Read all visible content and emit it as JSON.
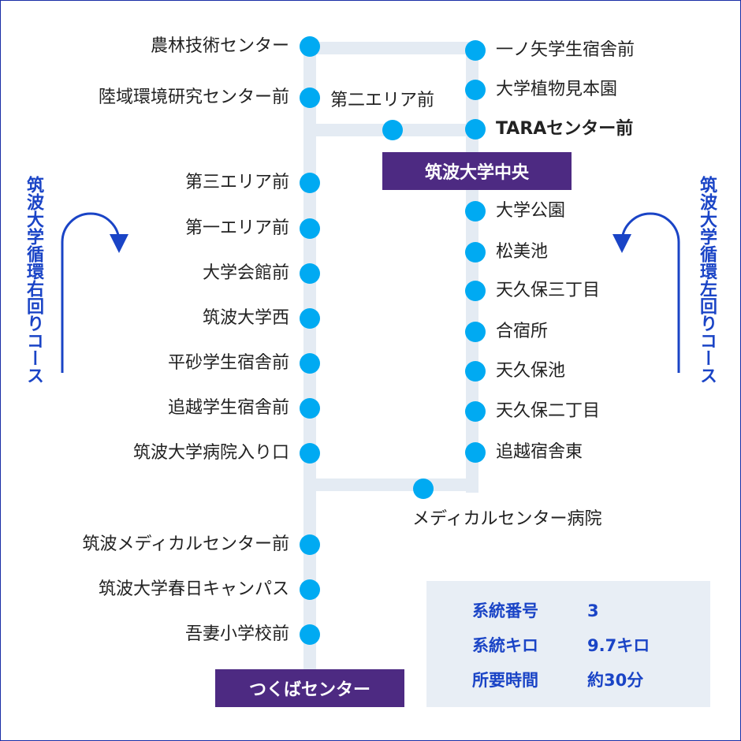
{
  "terminals": {
    "top": "筑波大学中央",
    "bottom": "つくばセンター"
  },
  "course_labels": {
    "right_loop": "筑波大学循環右回りコース",
    "left_loop": "筑波大学循環左回りコース"
  },
  "stops": {
    "left": [
      "農林技術センター",
      "陸域環境研究センター前",
      "第三エリア前",
      "第一エリア前",
      "大学会館前",
      "筑波大学西",
      "平砂学生宿舎前",
      "追越学生宿舎前",
      "筑波大学病院入り口",
      "筑波メディカルセンター前",
      "筑波大学春日キャンパス",
      "吾妻小学校前"
    ],
    "right": [
      "一ノ矢学生宿舎前",
      "大学植物見本園",
      "TARAセンター前",
      "大学公園",
      "松美池",
      "天久保三丁目",
      "合宿所",
      "天久保池",
      "天久保二丁目",
      "追越宿舎東"
    ],
    "middle": [
      "第二エリア前",
      "メディカルセンター病院"
    ]
  },
  "info": {
    "rows": [
      {
        "key": "系統番号",
        "value": "3"
      },
      {
        "key": "系統キロ",
        "value": "9.7キロ"
      },
      {
        "key": "所要時間",
        "value": "約30分"
      }
    ]
  },
  "colors": {
    "stop": "#00aaf2",
    "track": "#e4ebf3",
    "terminal": "#4d2a82",
    "accent": "#1a44c6",
    "frame": "#1a2ea6"
  }
}
